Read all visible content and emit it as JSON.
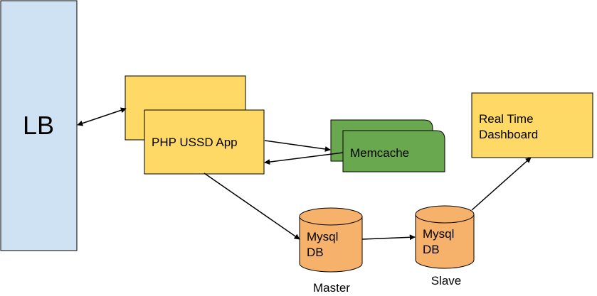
{
  "colors": {
    "lb_fill": "#cfe2f3",
    "lb_stroke": "#000000",
    "app_fill": "#ffd966",
    "memcache_fill": "#6aa84f",
    "db_fill": "#f6b26b",
    "line": "#000000"
  },
  "nodes": {
    "lb": {
      "label": "LB"
    },
    "app": {
      "label": "PHP USSD App"
    },
    "memcache": {
      "label": "Memcache"
    },
    "master_db": {
      "line1": "Mysql",
      "line2": "DB",
      "caption": "Master"
    },
    "slave_db": {
      "line1": "Mysql",
      "line2": "DB",
      "caption": "Slave"
    },
    "dashboard": {
      "line1": "Real Time",
      "line2": "Dashboard"
    }
  },
  "edges": [
    {
      "from": "lb",
      "to": "app",
      "direction": "both"
    },
    {
      "from": "app",
      "to": "memcache",
      "direction": "both"
    },
    {
      "from": "app",
      "to": "master_db",
      "direction": "forward"
    },
    {
      "from": "master_db",
      "to": "slave_db",
      "direction": "forward"
    },
    {
      "from": "slave_db",
      "to": "dashboard",
      "direction": "forward"
    }
  ]
}
